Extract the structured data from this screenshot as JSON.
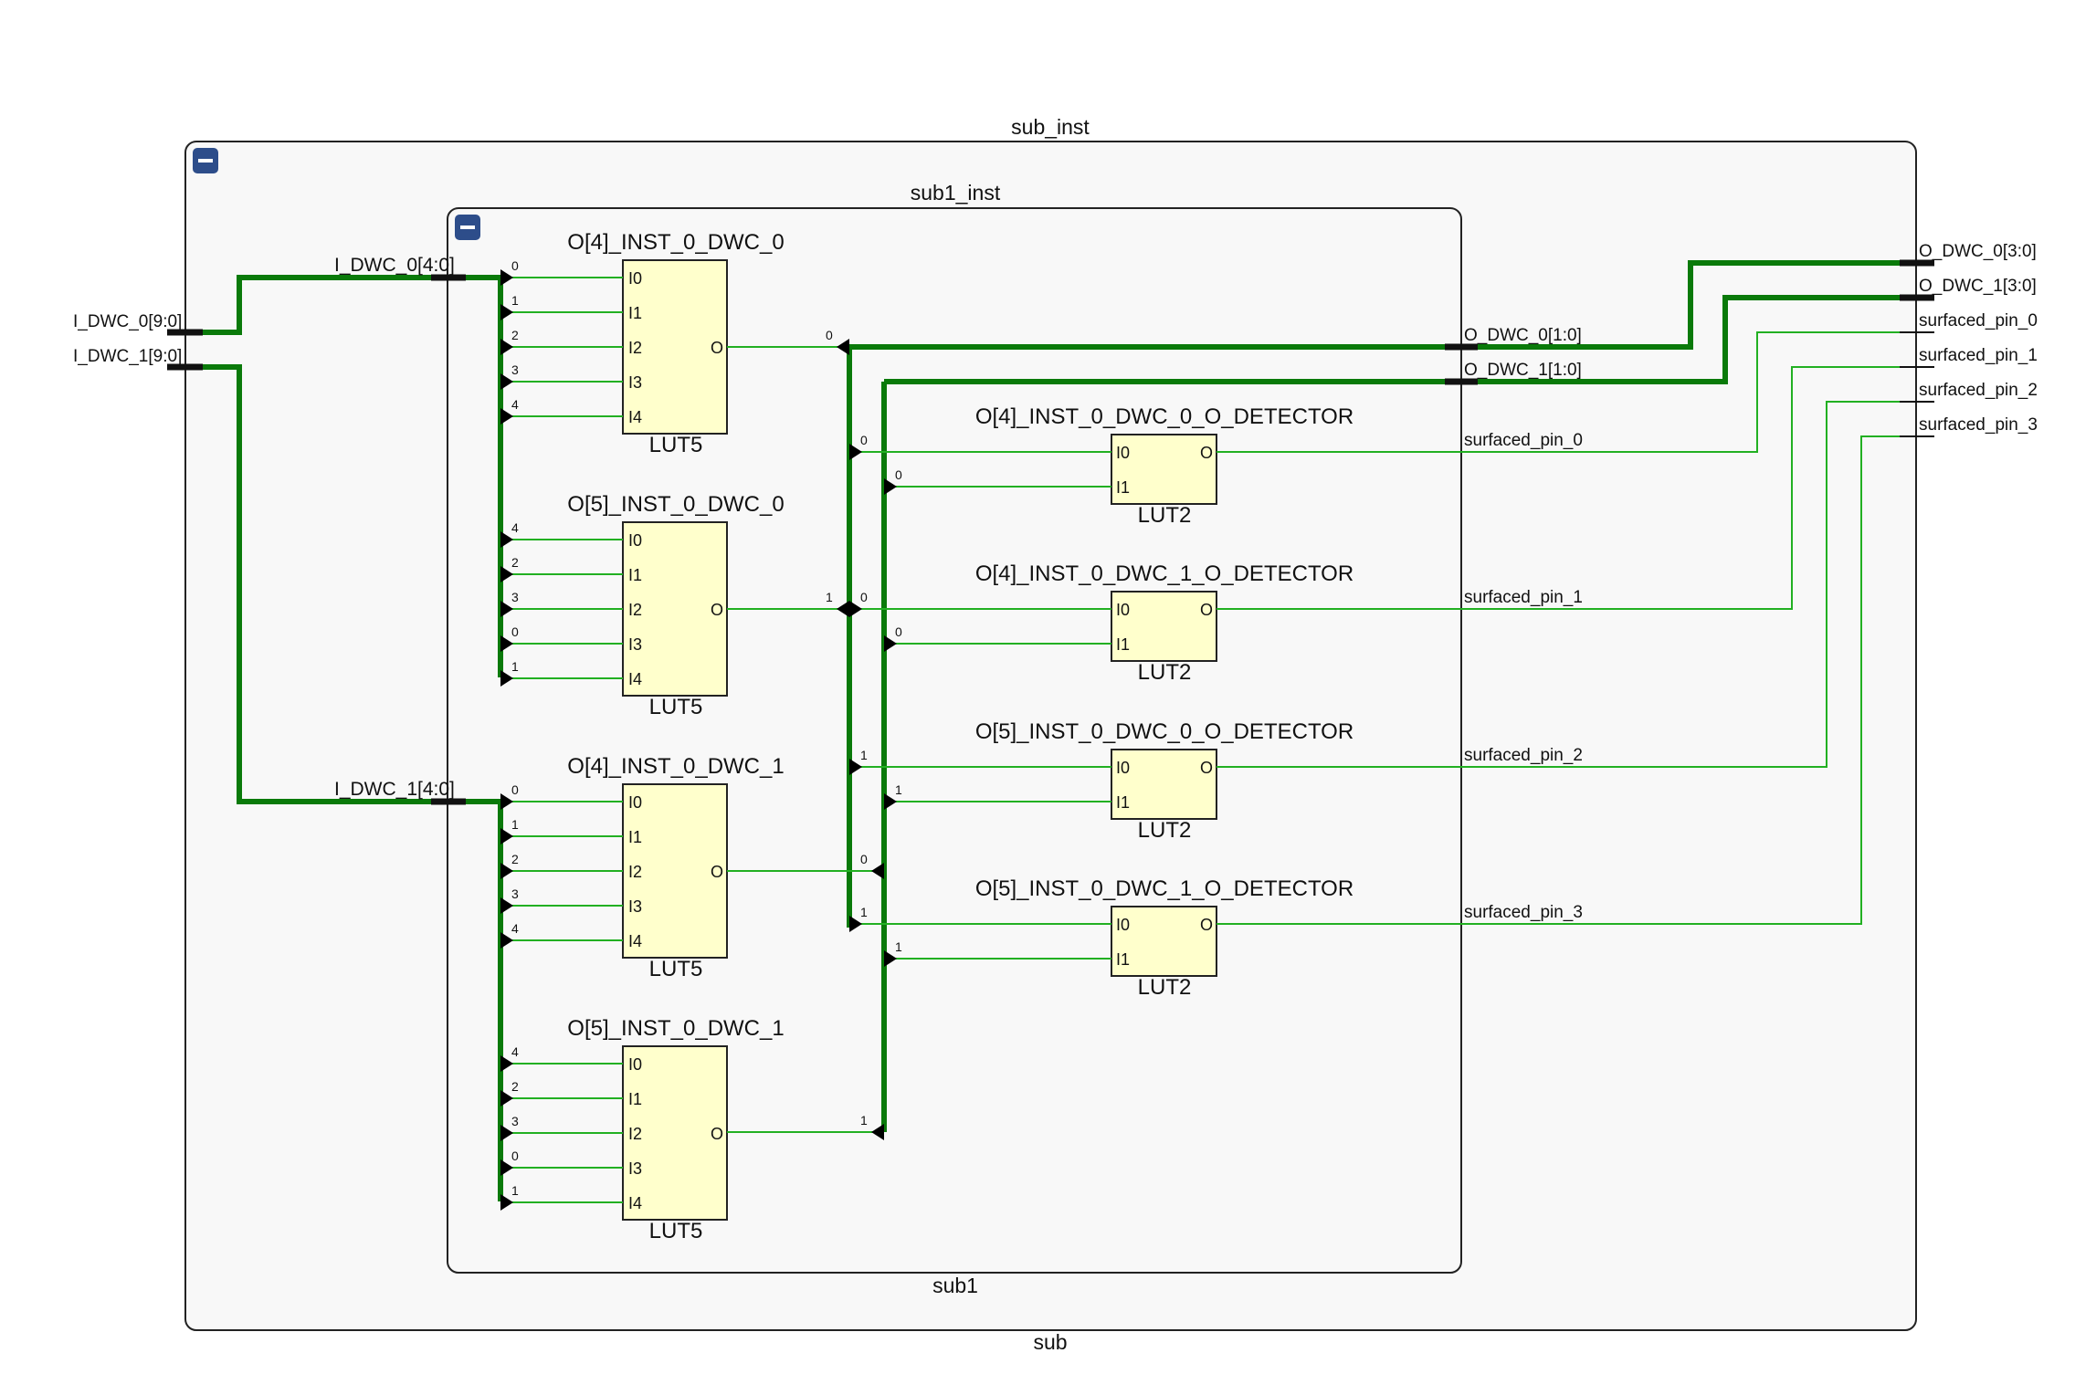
{
  "hierarchy": {
    "outer": {
      "instance": "sub_inst",
      "module": "sub"
    },
    "inner": {
      "instance": "sub1_inst",
      "module": "sub1"
    }
  },
  "ports": {
    "inputs": [
      "I_DWC_0[9:0]",
      "I_DWC_1[9:0]"
    ],
    "outputs": [
      "O_DWC_0[3:0]",
      "O_DWC_1[3:0]",
      "surfaced_pin_0",
      "surfaced_pin_1",
      "surfaced_pin_2",
      "surfaced_pin_3"
    ]
  },
  "inner_ports": {
    "inputs": [
      "I_DWC_0[4:0]",
      "I_DWC_1[4:0]"
    ],
    "outputs": [
      "O_DWC_0[1:0]",
      "O_DWC_1[1:0]",
      "surfaced_pin_0",
      "surfaced_pin_1",
      "surfaced_pin_2",
      "surfaced_pin_3"
    ]
  },
  "luts": [
    {
      "name": "O[4]_INST_0_DWC_0",
      "type": "LUT5",
      "pins": [
        "I0",
        "I1",
        "I2",
        "I3",
        "I4"
      ],
      "out": "O",
      "bits": [
        "0",
        "1",
        "2",
        "3",
        "4"
      ]
    },
    {
      "name": "O[5]_INST_0_DWC_0",
      "type": "LUT5",
      "pins": [
        "I0",
        "I1",
        "I2",
        "I3",
        "I4"
      ],
      "out": "O",
      "bits": [
        "4",
        "2",
        "3",
        "0",
        "1"
      ]
    },
    {
      "name": "O[4]_INST_0_DWC_1",
      "type": "LUT5",
      "pins": [
        "I0",
        "I1",
        "I2",
        "I3",
        "I4"
      ],
      "out": "O",
      "bits": [
        "0",
        "1",
        "2",
        "3",
        "4"
      ]
    },
    {
      "name": "O[5]_INST_0_DWC_1",
      "type": "LUT5",
      "pins": [
        "I0",
        "I1",
        "I2",
        "I3",
        "I4"
      ],
      "out": "O",
      "bits": [
        "4",
        "2",
        "3",
        "0",
        "1"
      ]
    }
  ],
  "detectors": [
    {
      "name": "O[4]_INST_0_DWC_0_O_DETECTOR",
      "type": "LUT2",
      "pins": [
        "I0",
        "I1"
      ],
      "out": "O",
      "bits": [
        "0",
        "0"
      ]
    },
    {
      "name": "O[4]_INST_0_DWC_1_O_DETECTOR",
      "type": "LUT2",
      "pins": [
        "I0",
        "I1"
      ],
      "out": "O",
      "bits": [
        "0",
        "0"
      ]
    },
    {
      "name": "O[5]_INST_0_DWC_0_O_DETECTOR",
      "type": "LUT2",
      "pins": [
        "I0",
        "I1"
      ],
      "out": "O",
      "bits": [
        "1",
        "1"
      ]
    },
    {
      "name": "O[5]_INST_0_DWC_1_O_DETECTOR",
      "type": "LUT2",
      "pins": [
        "I0",
        "I1"
      ],
      "out": "O",
      "bits": [
        "1",
        "1"
      ]
    }
  ],
  "bus_taps": {
    "o0_a": "0",
    "o0_b": "1",
    "o1_a": "0",
    "o1_b": "1"
  },
  "collapse_symbol": "−"
}
